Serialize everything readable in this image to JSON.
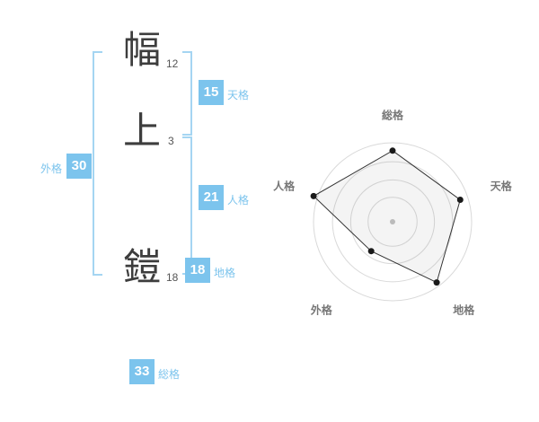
{
  "name_analysis": {
    "characters": [
      {
        "char": "幅",
        "strokes": "12"
      },
      {
        "char": "上",
        "strokes": "3"
      },
      {
        "char": "鎧",
        "strokes": "18"
      }
    ],
    "scores": {
      "tenkaku": {
        "value": "15",
        "label": "天格"
      },
      "jinkaku": {
        "value": "21",
        "label": "人格"
      },
      "chikaku": {
        "value": "18",
        "label": "地格"
      },
      "gaikaku": {
        "value": "30",
        "label": "外格"
      },
      "soukaku": {
        "value": "33",
        "label": "総格"
      }
    }
  },
  "colors": {
    "accent": "#7cc4ed",
    "bracket": "#a5d5f2",
    "badge_text": "#ffffff"
  },
  "chart_data": {
    "type": "radar",
    "axes": [
      "総格",
      "天格",
      "地格",
      "外格",
      "人格"
    ],
    "values": [
      0.9,
      0.9,
      0.95,
      0.46,
      1.05
    ],
    "value_scale": "fraction_of_outer_radius",
    "rings": [
      0.31,
      0.53,
      0.76,
      1.0
    ],
    "title": "",
    "legend": "none",
    "style": {
      "ring_color": "#d9d9d9",
      "polygon_fill": "rgba(110,110,110,0.08)",
      "polygon_stroke": "#333333",
      "dot_color": "#1a1a1a",
      "label_color": "#777777",
      "center_dot_color": "#bbbbbb"
    }
  }
}
